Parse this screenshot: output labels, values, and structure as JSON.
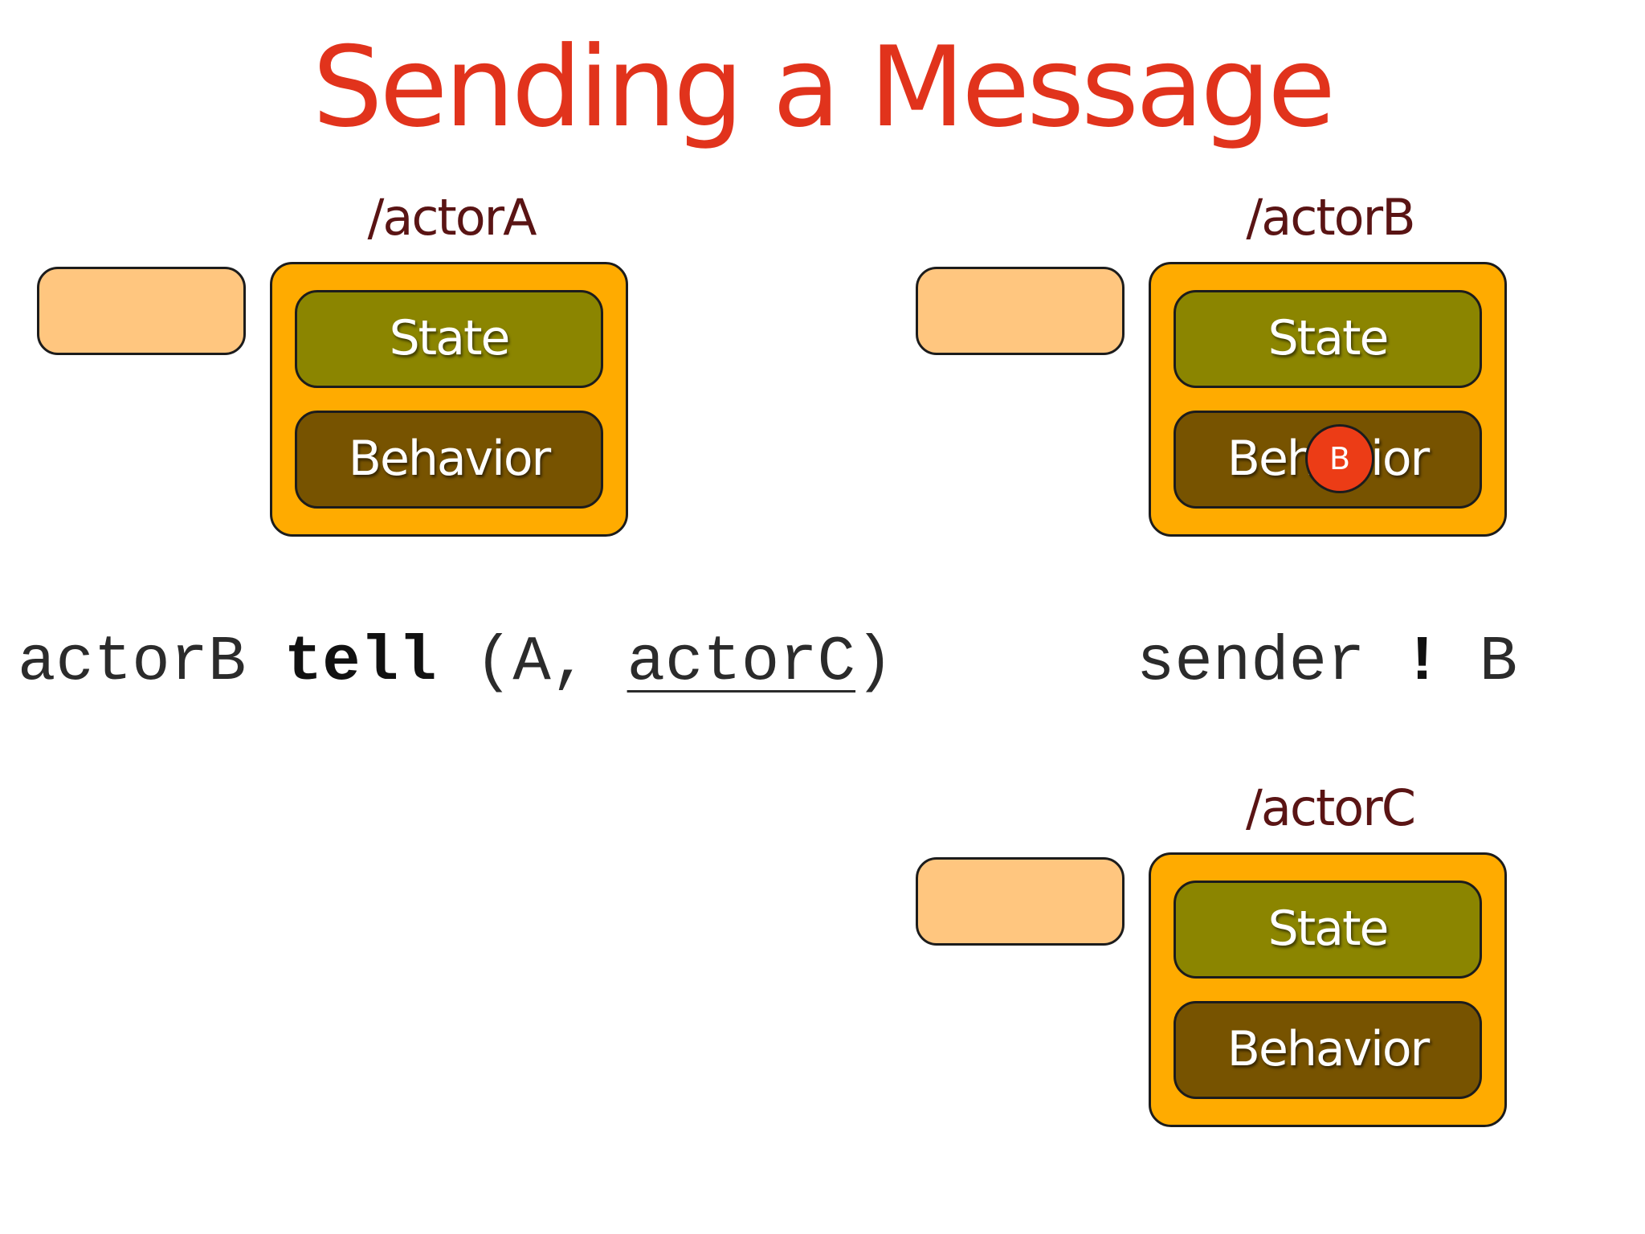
{
  "title": "Sending a Message",
  "actors": [
    {
      "name": "/actorA",
      "state_label": "State",
      "behavior_label": "Behavior"
    },
    {
      "name": "/actorB",
      "state_label": "State",
      "behavior_label": "Behavior",
      "message_token": "B"
    },
    {
      "name": "/actorC",
      "state_label": "State",
      "behavior_label": "Behavior"
    }
  ],
  "code": {
    "line1": {
      "target": "actorB",
      "keyword": "tell",
      "args_open": "(A,",
      "reply_to": "actorC",
      "args_close": ")"
    },
    "line2": {
      "target": "sender",
      "operator": "!",
      "message": "B"
    }
  },
  "colors": {
    "title": "#e1331c",
    "actor_name": "#5a1414",
    "mailbox": "#ffc67f",
    "actor_body": "#ffab00",
    "state_panel": "#8b8500",
    "behavior_panel": "#775300",
    "message_token": "#ec3c16"
  }
}
